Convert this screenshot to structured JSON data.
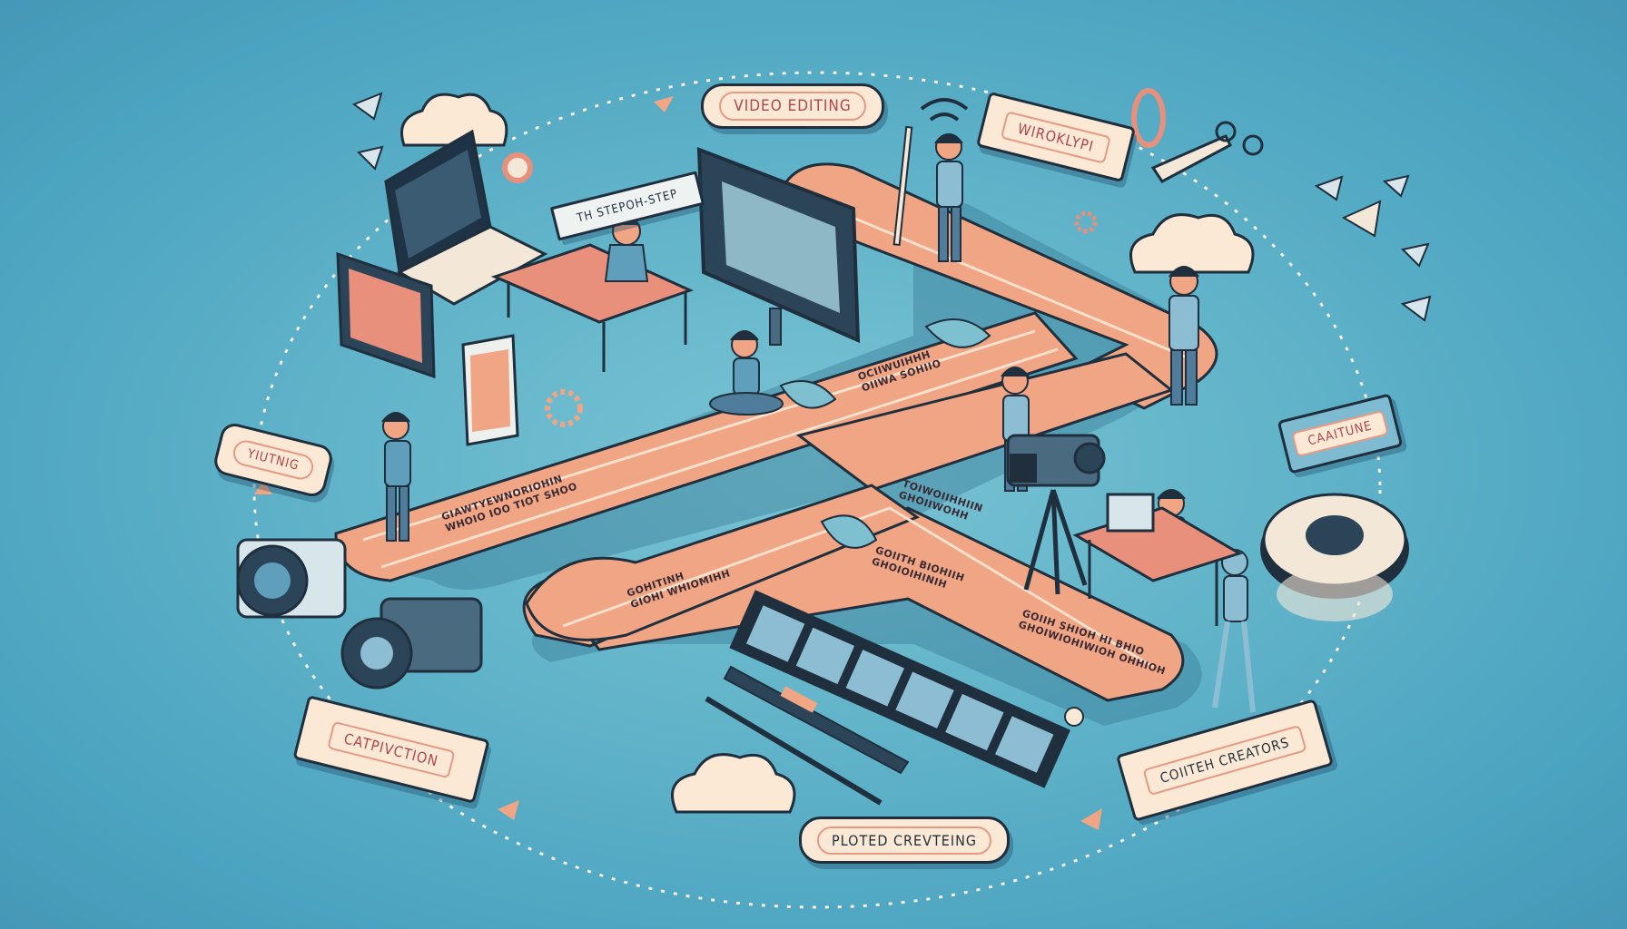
{
  "illustration": {
    "theme": "YouTube video production workflow",
    "background_color": "#5fb2c8",
    "road_color": "#f0a584",
    "label_fill": "#fbe9d5",
    "label_text_color": "#b2454a",
    "outline_color": "#1f2f3d"
  },
  "labels": {
    "video_editing": "VIDEO EDITING",
    "workflow": "WIROKLYPI",
    "step_by_step": "TH STEPOH-STEP",
    "youtube": "YIUTNIG",
    "capture": "CAAITUNE",
    "captivation": "CATPIVCTION",
    "plotted_creating": "PLOTED CREVTEING",
    "content_creators": "COIITEH CREATORS"
  },
  "road_signs": [
    {
      "text": "GIAWTYEWNORIOHIN\nWHOIO IOO TIOT SHOO"
    },
    {
      "text": "OCIIWUIHHH\nOIIWA SOHIIO"
    },
    {
      "text": "GOHITINH\nGIOHI WHIOMIHH"
    },
    {
      "text": "TOIWOIIHHIIN\nGHOIIWOHH"
    },
    {
      "text": "GOIITH BIOHIIH\nGHOIOIHINIH"
    },
    {
      "text": "GOIIH SHIOH HI BHIO\nGHOIWIOHIWIOH OHHIOH"
    }
  ],
  "icons": [
    "laptop-icon",
    "cloud-icon",
    "monitor-icon",
    "tablet-icon",
    "camera-icon",
    "dslr-camera-icon",
    "video-camera-icon",
    "tripod-icon",
    "film-strip-icon",
    "pen-icon",
    "gear-icon",
    "scissors-icon",
    "paper-plane-icon",
    "leaf-icon",
    "lightbulb-icon",
    "wifi-icon",
    "paperclip-icon",
    "tape-reel-icon"
  ]
}
